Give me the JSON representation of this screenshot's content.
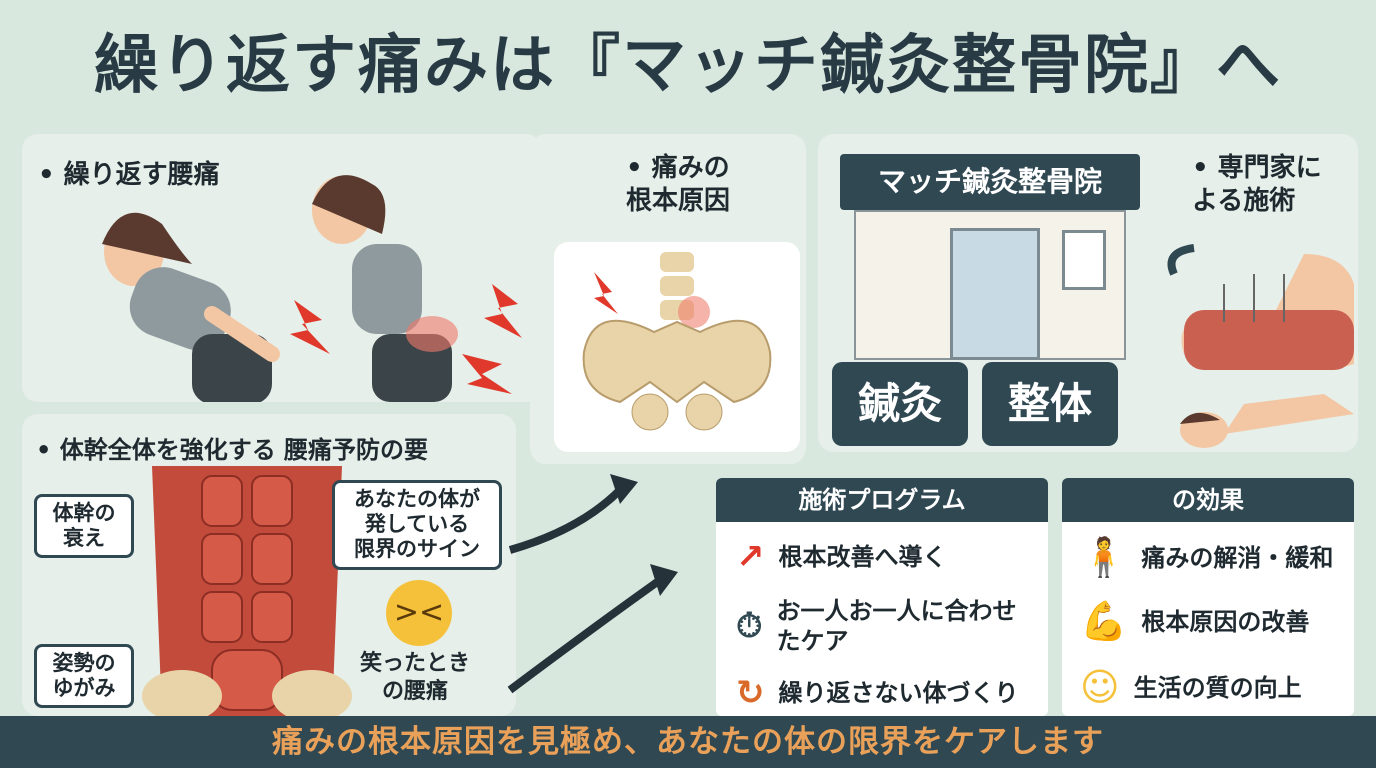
{
  "title": "繰り返す痛みは『マッチ鍼灸整骨院』へ",
  "panel_back": {
    "label": "• 繰り返す腰痛"
  },
  "panel_cause": {
    "label_line1": "• 痛みの",
    "label_line2": "根本原因"
  },
  "panel_clinic": {
    "sign": "マッチ鍼灸整骨院",
    "expert_line1": "• 専門家に",
    "expert_line2": "よる施術",
    "btn_acupuncture": "鍼灸",
    "btn_seitai": "整体"
  },
  "panel_core": {
    "label": "• 体幹全体を強化する 腰痛予防の要",
    "tag_weak_1": "体幹の",
    "tag_weak_2": "衰え",
    "tag_sign_1": "あなたの体が",
    "tag_sign_2": "発している",
    "tag_sign_3": "限界のサイン",
    "tag_posture_1": "姿勢の",
    "tag_posture_2": "ゆがみ",
    "laugh_1": "笑ったとき",
    "laugh_2": "の腰痛"
  },
  "program": {
    "header": "施術プログラム",
    "items": [
      "根本改善へ導く",
      "お一人お一人に合わせ",
      "たケア",
      "繰り返さない体づくり"
    ]
  },
  "effects": {
    "header": "の効果",
    "items": [
      "痛みの解消・緩和",
      "根本原因の改善",
      "生活の質の向上"
    ]
  },
  "footer": "痛みの根本原因を見極め、あなたの体の限界をケアします",
  "colors": {
    "accent": "#2f4852",
    "pain": "#e0392b",
    "footer_text": "#e9a15a"
  }
}
